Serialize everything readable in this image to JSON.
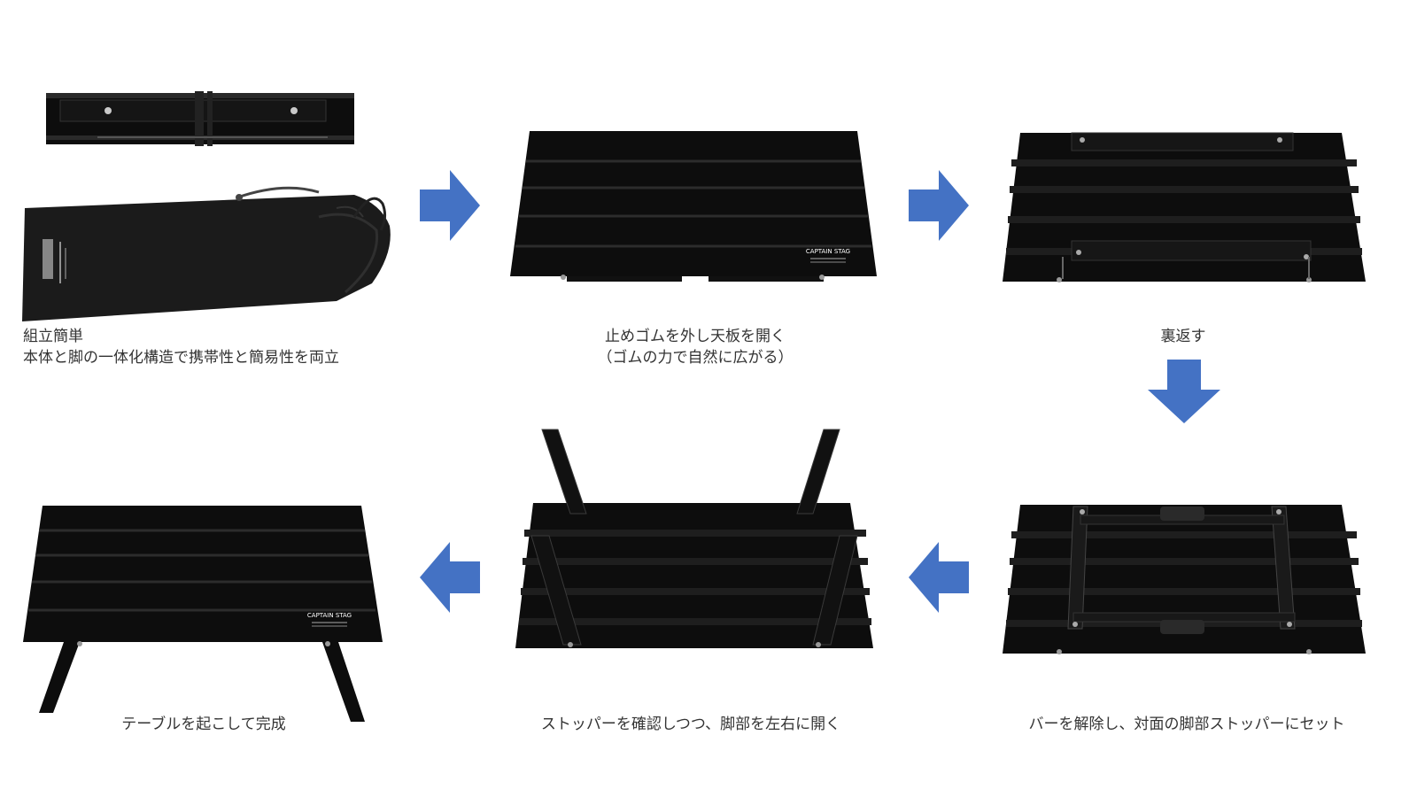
{
  "colors": {
    "arrow": "#4472C4",
    "panel": "#0d0d0d",
    "slat_line": "#2c2c2c",
    "bag": "#1b1b1b",
    "caption_text": "#333333"
  },
  "steps": [
    {
      "id": 1,
      "lines": [
        "組立簡単",
        "本体と脚の一体化構造で携帯性と簡易性を両立"
      ]
    },
    {
      "id": 2,
      "lines": [
        "止めゴムを外し天板を開く",
        "（ゴムの力で自然に広がる）"
      ]
    },
    {
      "id": 3,
      "lines": [
        "裏返す"
      ]
    },
    {
      "id": 4,
      "lines": [
        "バーを解除し、対面の脚部ストッパーにセット"
      ]
    },
    {
      "id": 5,
      "lines": [
        "ストッパーを確認しつつ、脚部を左右に開く"
      ]
    },
    {
      "id": 6,
      "lines": [
        "テーブルを起こして完成"
      ]
    }
  ],
  "logo_text": "CAPTAIN STAG",
  "arrows": [
    {
      "id": "1-2",
      "direction": "right"
    },
    {
      "id": "2-3",
      "direction": "right"
    },
    {
      "id": "3-4",
      "direction": "down"
    },
    {
      "id": "4-5",
      "direction": "left"
    },
    {
      "id": "5-6",
      "direction": "left"
    }
  ]
}
